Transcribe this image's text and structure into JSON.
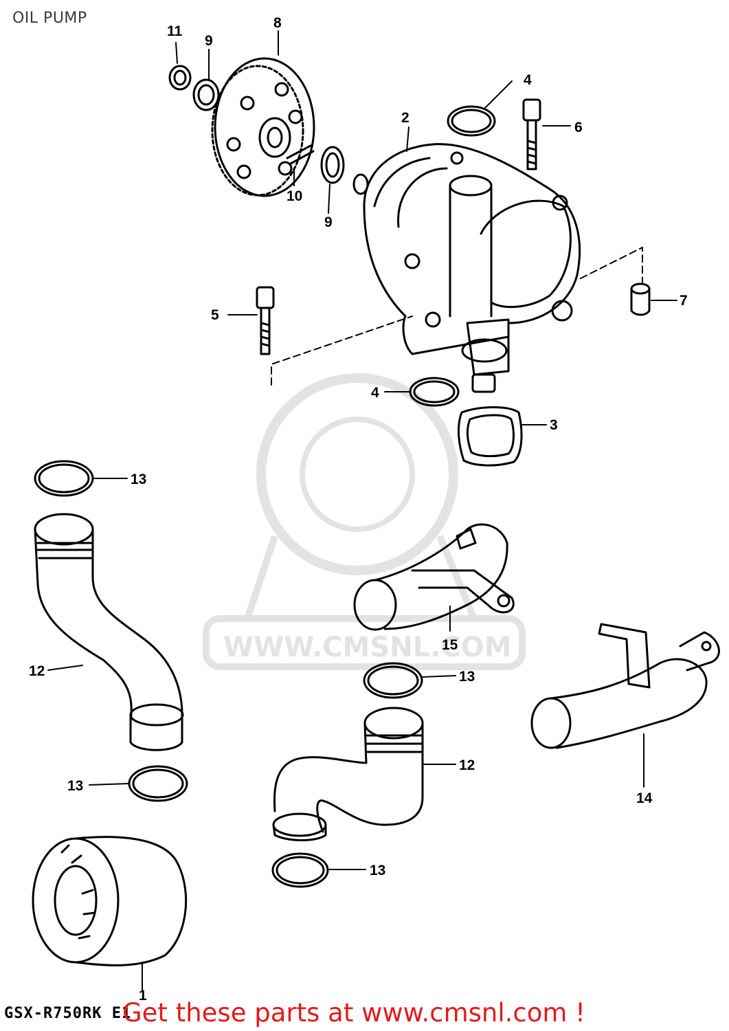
{
  "title": "OIL PUMP",
  "watermark_url": "WWW.CMSNL.COM",
  "model_code": "GSX-R750RK E1",
  "call_to_action": "Get these parts at www.cmsnl.com !",
  "callouts": {
    "c1": "1",
    "c2": "2",
    "c3": "3",
    "c4a": "4",
    "c4b": "4",
    "c5": "5",
    "c6": "6",
    "c7": "7",
    "c8": "8",
    "c9a": "9",
    "c9b": "9",
    "c10": "10",
    "c11": "11",
    "c12a": "12",
    "c12b": "12",
    "c13a": "13",
    "c13b": "13",
    "c13c": "13",
    "c13d": "13",
    "c14": "14",
    "c15": "15"
  },
  "colors": {
    "line": "#000000",
    "watermark": "#e3e3e3",
    "cta": "#e31a1a"
  }
}
